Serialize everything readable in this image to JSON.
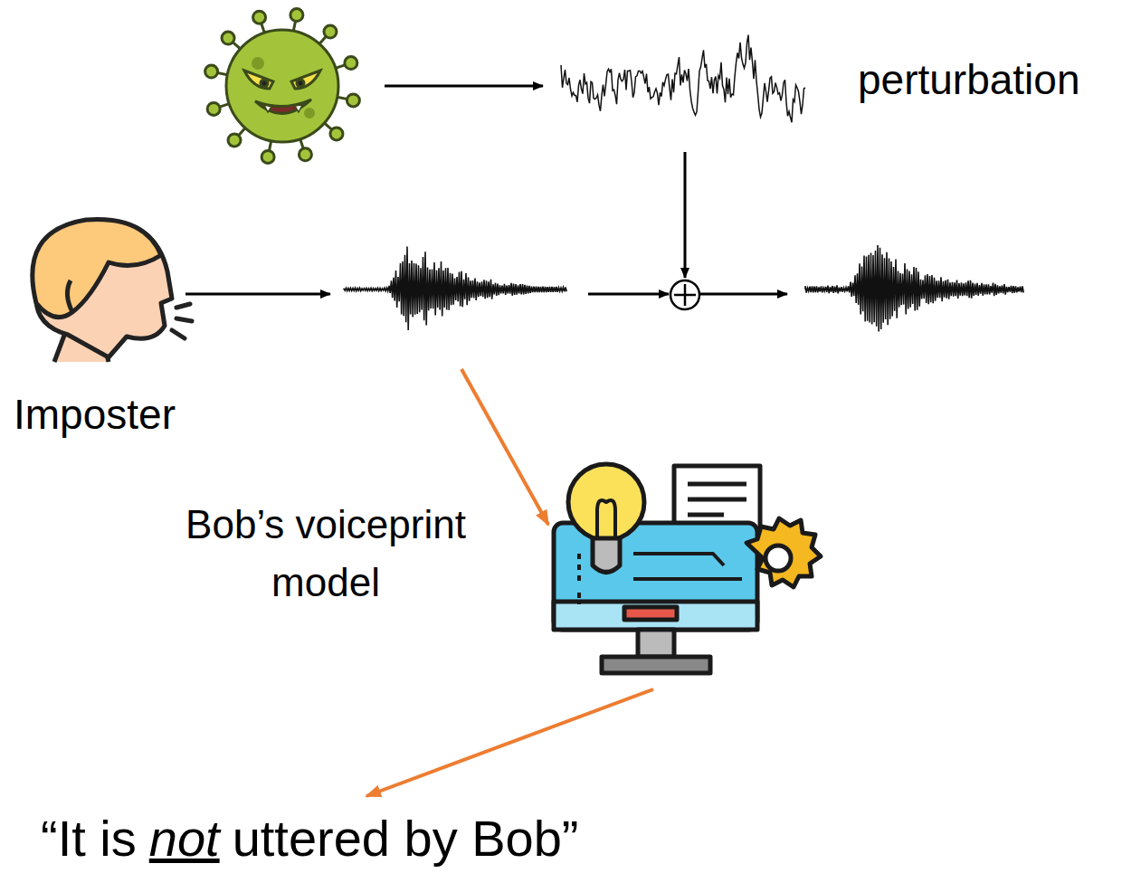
{
  "diagram": {
    "labels": [
      "perturbation",
      "Imposter",
      "Bob’s voiceprint model",
      "“It is",
      "not",
      "uttered by Bob”"
    ]
  }
}
